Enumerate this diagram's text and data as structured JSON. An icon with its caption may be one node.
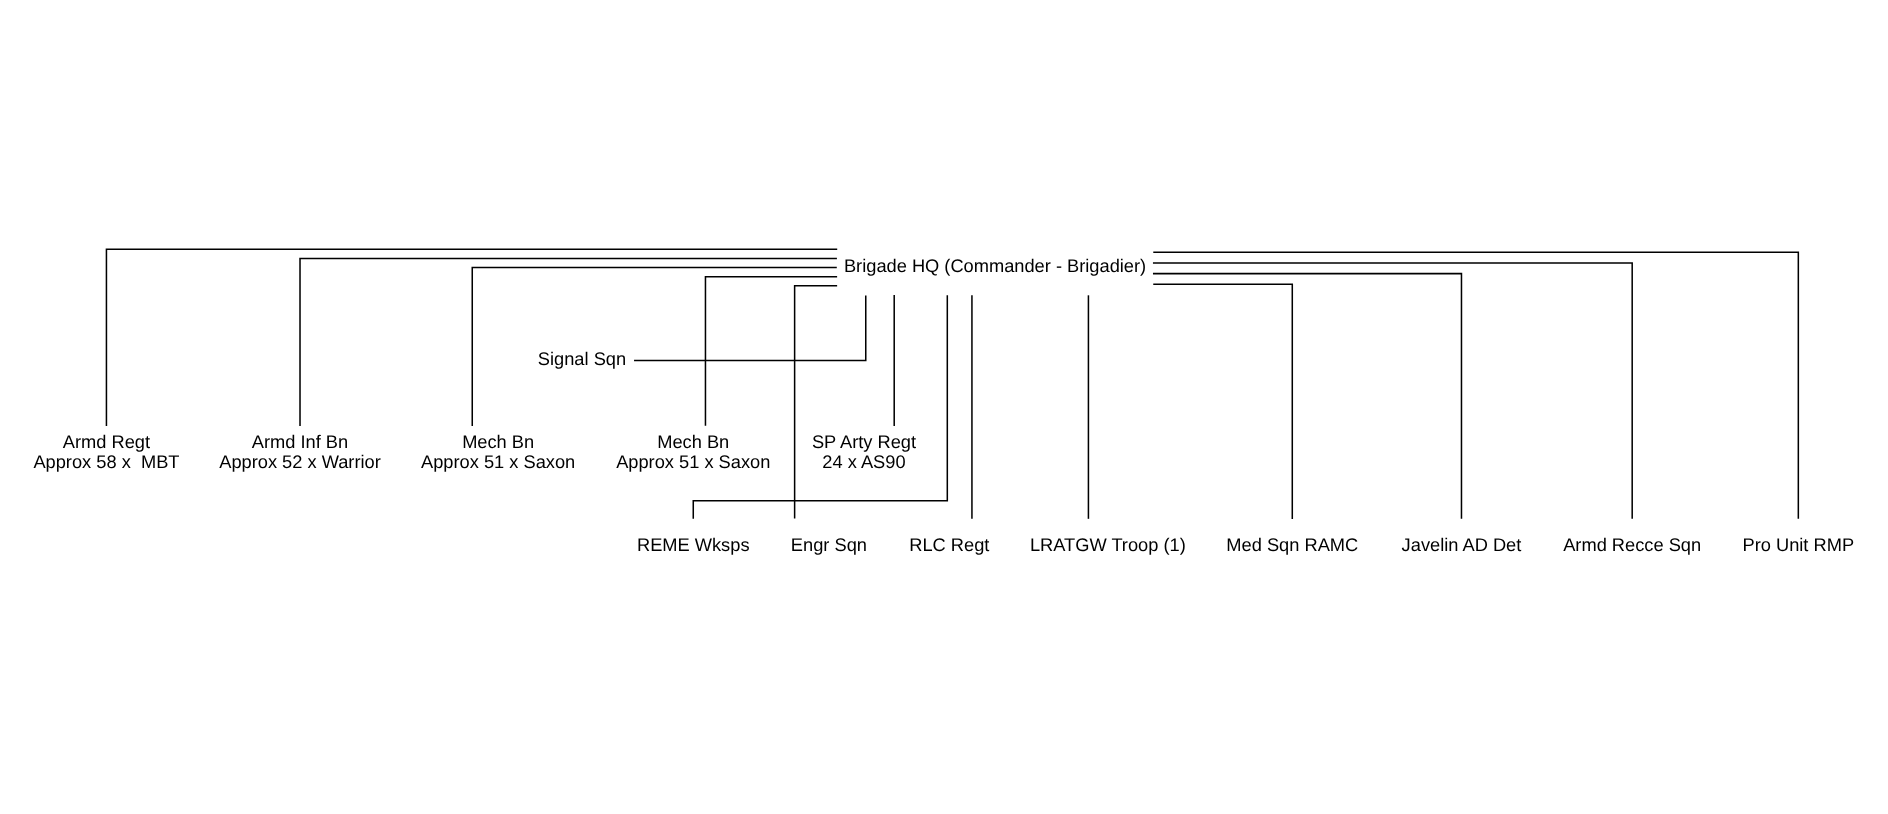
{
  "diagram": {
    "nodes": [
      {
        "text": [
          "Brigade HQ (Commander - Brigadier)"
        ]
      },
      {
        "text": [
          "Signal Sqn"
        ]
      },
      {
        "text": [
          "Armd Regt",
          "Approx 58 x  MBT"
        ]
      },
      {
        "text": [
          "Armd Inf Bn",
          "Approx 52 x Warrior"
        ]
      },
      {
        "text": [
          "Mech Bn",
          "Approx 51 x Saxon"
        ]
      },
      {
        "text": [
          "Mech Bn",
          "Approx 51 x Saxon"
        ]
      },
      {
        "text": [
          "SP Arty Regt",
          "24 x AS90"
        ]
      },
      {
        "text": [
          "REME Wksps"
        ]
      },
      {
        "text": [
          "Engr Sqn"
        ]
      },
      {
        "text": [
          "RLC Regt"
        ]
      },
      {
        "text": [
          "LRATGW Troop (1)"
        ]
      },
      {
        "text": [
          "Med Sqn RAMC"
        ]
      },
      {
        "text": [
          "Javelin AD Det"
        ]
      },
      {
        "text": [
          "Armd Recce Sqn"
        ]
      },
      {
        "text": [
          "Pro Unit RMP"
        ]
      }
    ],
    "edges": [
      {
        "from": 0,
        "to": 1,
        "arrow": "none"
      },
      {
        "from": 0,
        "to": 2,
        "arrow": "none"
      },
      {
        "from": 0,
        "to": 3,
        "arrow": "none"
      },
      {
        "from": 0,
        "to": 4,
        "arrow": "none"
      },
      {
        "from": 0,
        "to": 5,
        "arrow": "none"
      },
      {
        "from": 0,
        "to": 6,
        "arrow": "none"
      },
      {
        "from": 0,
        "to": 7,
        "arrow": "none"
      },
      {
        "from": 0,
        "to": 8,
        "arrow": "none"
      },
      {
        "from": 0,
        "to": 9,
        "arrow": "none"
      },
      {
        "from": 0,
        "to": 10,
        "arrow": "none"
      },
      {
        "from": 0,
        "to": 11,
        "arrow": "none"
      },
      {
        "from": 0,
        "to": 12,
        "arrow": "none"
      },
      {
        "from": 0,
        "to": 13,
        "arrow": "none"
      },
      {
        "from": 0,
        "to": 14,
        "arrow": "none"
      }
    ]
  }
}
